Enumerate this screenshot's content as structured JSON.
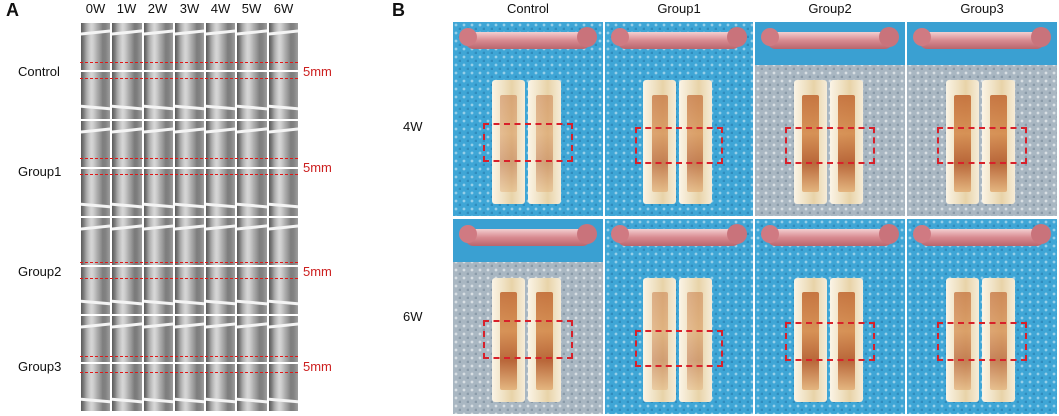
{
  "panelA": {
    "letter": "A",
    "columns": [
      "0W",
      "1W",
      "2W",
      "3W",
      "4W",
      "5W",
      "6W"
    ],
    "rows": [
      "Control",
      "Group1",
      "Group2",
      "Group3"
    ],
    "scale_label": "5mm"
  },
  "panelB": {
    "letter": "B",
    "columns": [
      "Control",
      "Group1",
      "Group2",
      "Group3"
    ],
    "rows": [
      "4W",
      "6W"
    ]
  },
  "colors": {
    "annotation_red": "#d8202a",
    "mat_blue": "#3fa6d6",
    "mat_gray": "#a9b7c2"
  }
}
